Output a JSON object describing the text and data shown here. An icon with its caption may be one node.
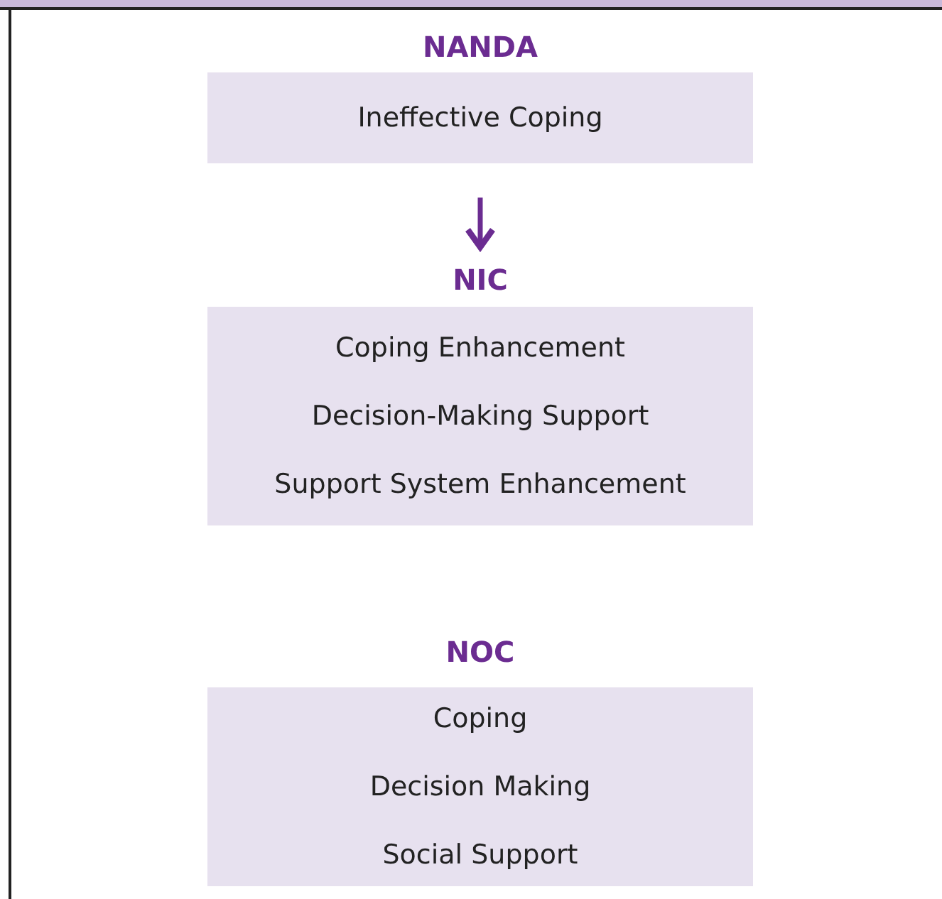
{
  "diagram": {
    "nodes": [
      {
        "text": [
          "NANDA",
          "Ineffective Coping"
        ]
      },
      {
        "text": [
          "NIC",
          "Coping Enhancement",
          "Decision-Making Support",
          "Support System Enhancement"
        ]
      },
      {
        "text": [
          "NOC",
          "Coping",
          "Decision Making",
          "Social Support"
        ]
      }
    ],
    "edges": [
      {
        "from": 0,
        "to": 1,
        "arrow": "to"
      }
    ]
  }
}
